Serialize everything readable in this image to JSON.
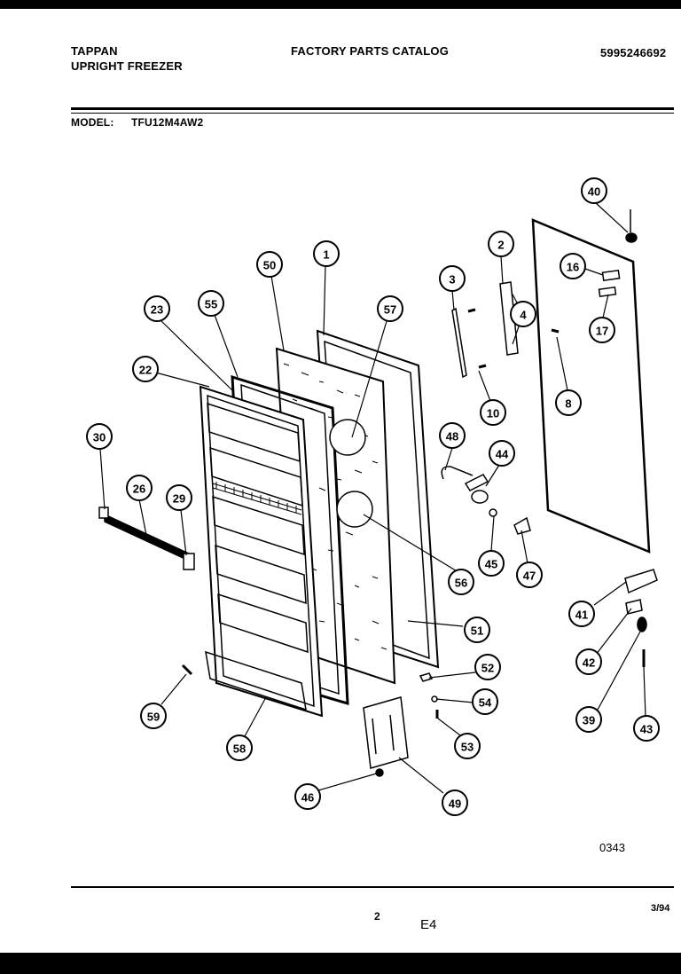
{
  "header": {
    "brand": "TAPPAN",
    "product": "UPRIGHT FREEZER",
    "catalog": "FACTORY PARTS CATALOG",
    "catalog_number": "5995246692",
    "model_label": "MODEL:",
    "model_value": "TFU12M4AW2"
  },
  "callouts": [
    "40",
    "2",
    "3",
    "4",
    "16",
    "17",
    "1",
    "50",
    "57",
    "55",
    "23",
    "22",
    "10",
    "8",
    "48",
    "44",
    "30",
    "26",
    "29",
    "45",
    "47",
    "56",
    "41",
    "51",
    "42",
    "52",
    "54",
    "53",
    "39",
    "43",
    "59",
    "58",
    "46",
    "49"
  ],
  "footer": {
    "drawing_code": "0343",
    "page_number": "2",
    "section": "E4",
    "date": "3/94"
  }
}
